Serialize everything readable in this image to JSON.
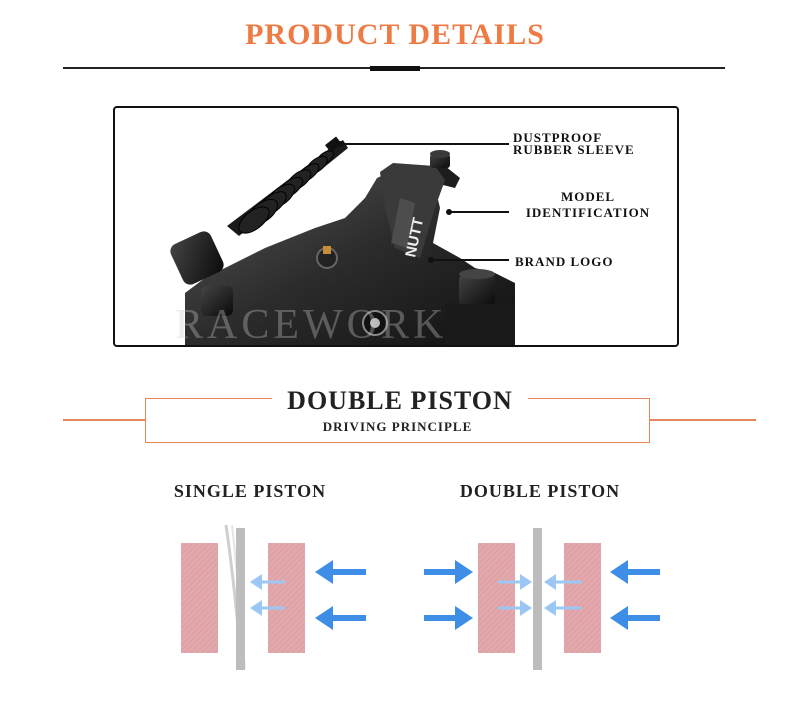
{
  "header": {
    "title": "PRODUCT DETAILS"
  },
  "product_photo": {
    "callouts": {
      "dustproof_line1": "DUSTPROOF",
      "dustproof_line2": "RUBBER SLEEVE",
      "model_line1": "MODEL",
      "model_line2": "IDENTIFICATION",
      "brand_logo": "BRAND LOGO"
    },
    "caliper_marking": "NUTT",
    "watermark": "RACEWORK"
  },
  "section": {
    "title": "DOUBLE PISTON",
    "subtitle": "DRIVING PRINCIPLE"
  },
  "diagrams": {
    "single_label": "SINGLE PISTON",
    "double_label": "DOUBLE PISTON"
  },
  "colors": {
    "accent": "#ee7a44",
    "pad": "#e3a8ac",
    "arrow": "#3e8ee8",
    "arrow_light": "#9cc6f3"
  },
  "icons": {
    "arrow": "arrow-left-icon"
  }
}
